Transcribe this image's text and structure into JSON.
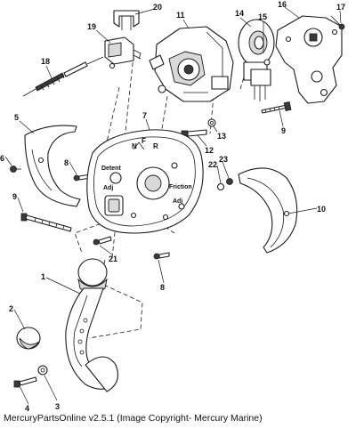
{
  "caption": "MercuryPartsOnline v2.5.1 (Image Copyright- Mercury Marine)",
  "plate_labels": {
    "neutral_gear": "N",
    "forward_gear": "F",
    "reverse_gear": "R",
    "detent": "Detent",
    "adj_left": "Adj",
    "friction": "Friction",
    "adj_right": "Adj"
  },
  "callouts": {
    "c1": "1",
    "c2": "2",
    "c3": "3",
    "c4": "4",
    "c5": "5",
    "c6": "6",
    "c7": "7",
    "c8a": "8",
    "c8b": "8",
    "c9a": "9",
    "c9b": "9",
    "c10": "10",
    "c11": "11",
    "c12": "12",
    "c13": "13",
    "c14": "14",
    "c15": "15",
    "c16": "16",
    "c17": "17",
    "c18": "18",
    "c19": "19",
    "c20": "20",
    "c21": "21",
    "c22": "22",
    "c23": "23"
  },
  "colors": {
    "line": "#1a1a1a",
    "background": "#ffffff",
    "shade": "#d9d9d9"
  }
}
